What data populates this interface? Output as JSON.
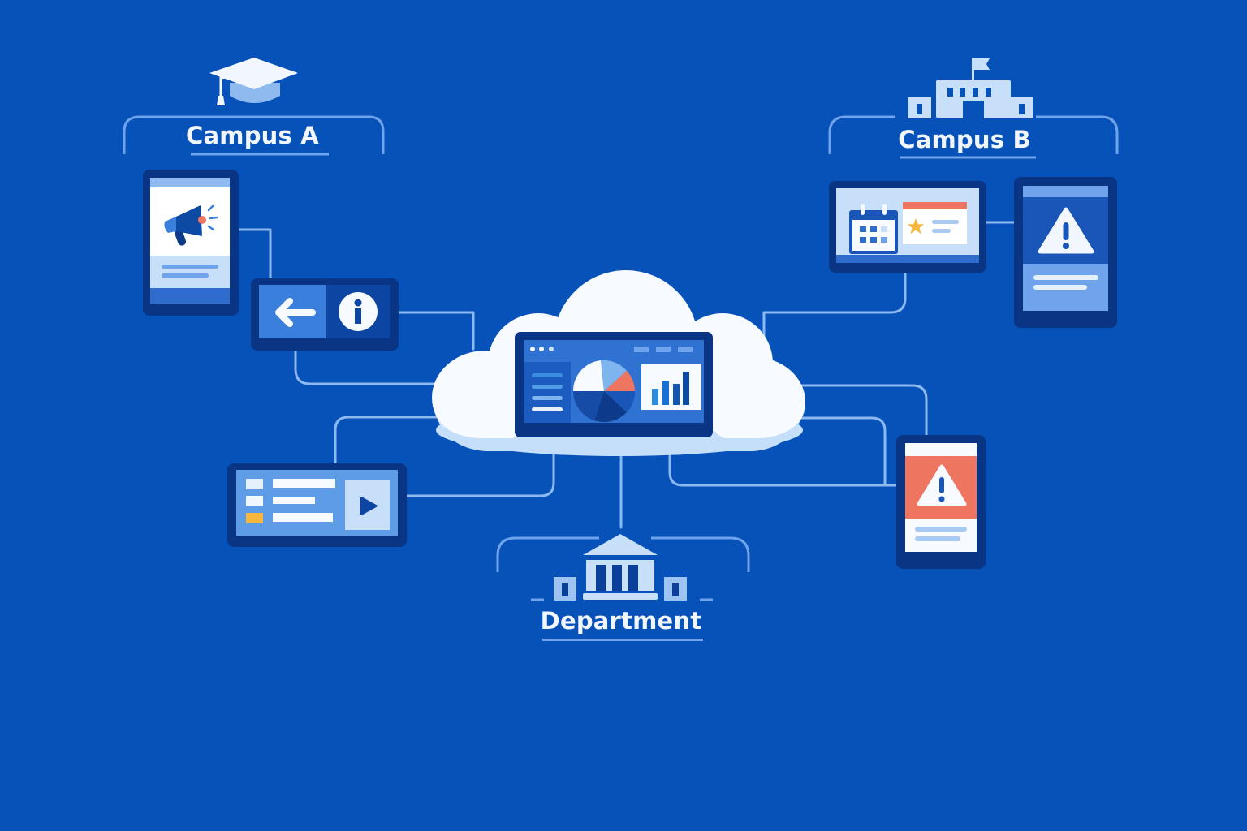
{
  "diagram": {
    "background_color": "#0652B8",
    "line_color": "#8DB8F0",
    "accent_colors": {
      "dark_navy": "#0A3584",
      "mid_blue": "#3A7FDB",
      "light_blue": "#C8DFFA",
      "white": "#F7FAFF",
      "coral": "#EE7660",
      "amber": "#F6B73C"
    }
  },
  "nodes": {
    "campus_a": {
      "label": "Campus A",
      "icon": "graduation-cap-icon"
    },
    "campus_b": {
      "label": "Campus B",
      "icon": "school-building-icon"
    },
    "department": {
      "label": "Department",
      "icon": "institution-columns-icon"
    },
    "cloud": {
      "icon": "cloud-icon",
      "screen": "dashboard-screen"
    }
  },
  "devices": [
    {
      "id": "tablet-announcement",
      "icon": "megaphone-icon"
    },
    {
      "id": "nav-info-panel",
      "icons": [
        "arrow-left-icon",
        "info-icon"
      ]
    },
    {
      "id": "calendar-event-display",
      "icons": [
        "calendar-icon",
        "star-icon"
      ]
    },
    {
      "id": "tablet-warning-blue",
      "icon": "warning-icon"
    },
    {
      "id": "playlist-player",
      "icon": "play-icon"
    },
    {
      "id": "tablet-alert-red",
      "icon": "warning-icon"
    }
  ]
}
